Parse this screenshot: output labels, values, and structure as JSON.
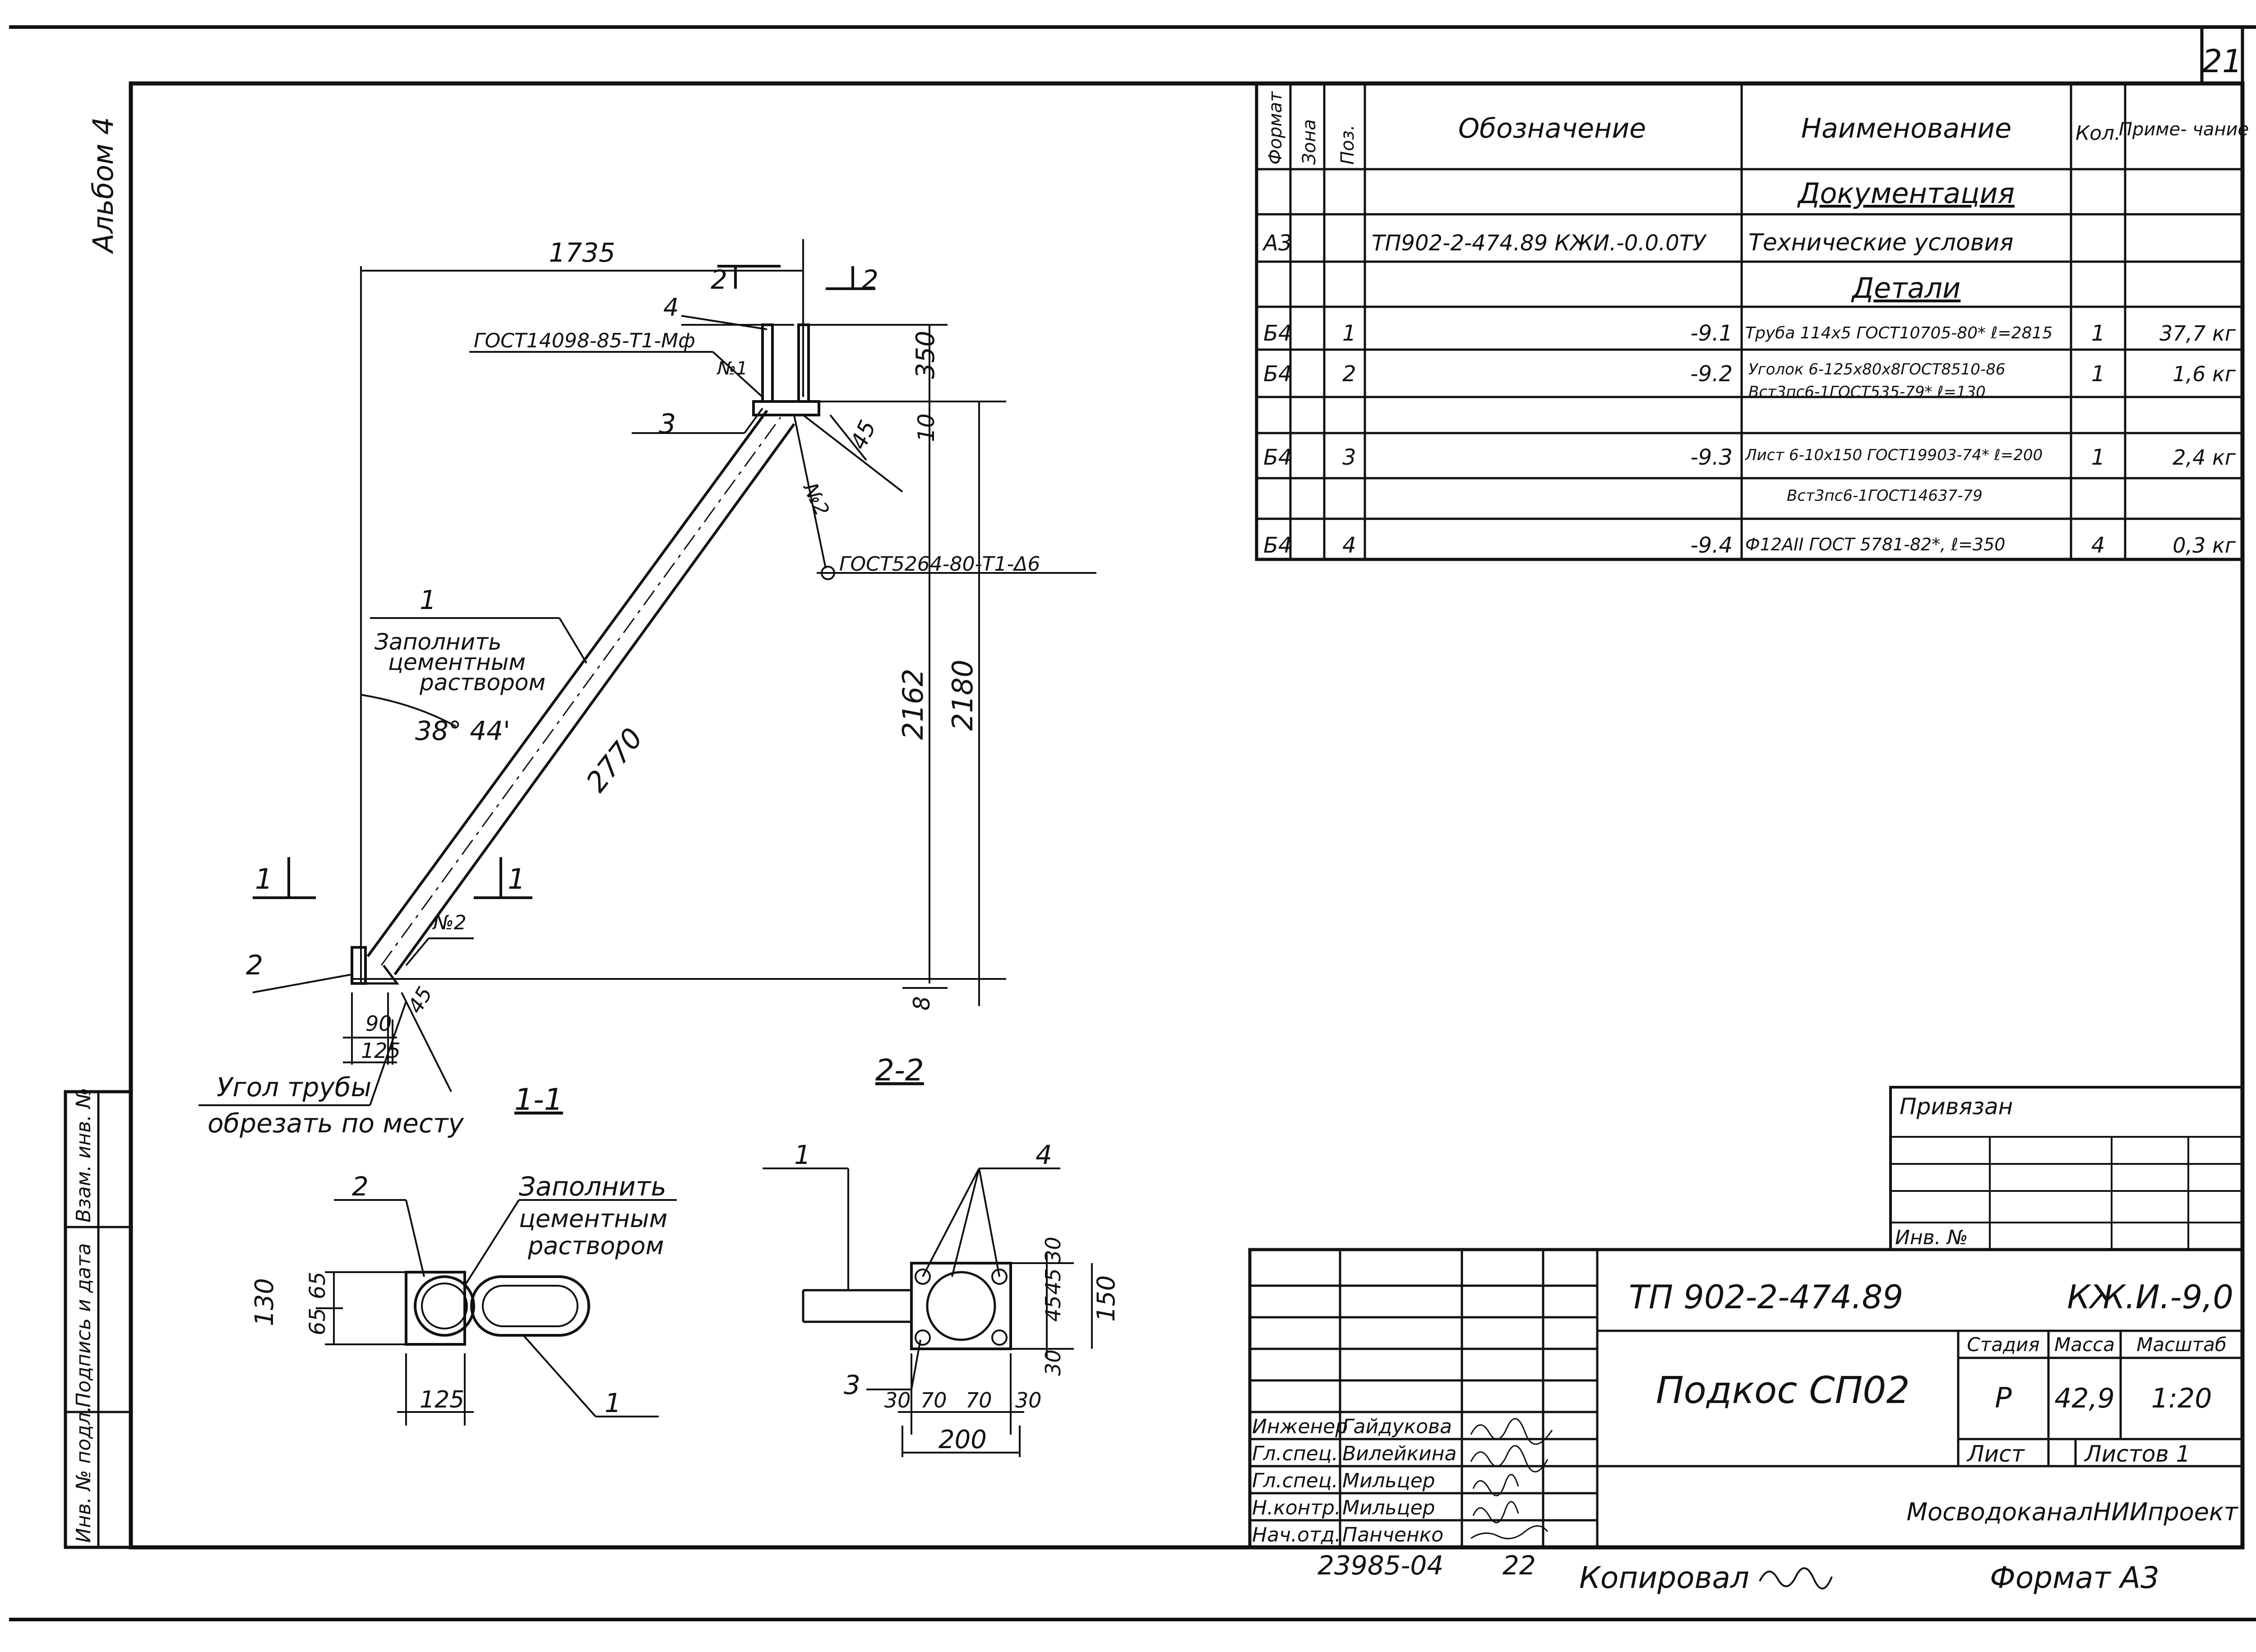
{
  "sheet": {
    "number": "21",
    "album": "Альбом 4",
    "format_label": "Формат А3"
  },
  "spec_table": {
    "headers": {
      "format": "Формат",
      "zone": "Зона",
      "pos": "Поз.",
      "designation": "Обозначение",
      "name": "Наименование",
      "qty": "Кол.",
      "note": "Приме-\nчание"
    },
    "section_docs": "Документация",
    "section_parts": "Детали",
    "rows": [
      {
        "format": "А3",
        "pos": "",
        "designation": "ТП902-2-474.89 КЖИ.-0.0.0ТУ",
        "name": "Технические условия",
        "name2": "",
        "qty": "",
        "note": ""
      },
      {
        "format": "Б4",
        "pos": "1",
        "designation": "-9.1",
        "name": "Труба 114х5 ГОСТ10705-80* ℓ=2815",
        "name2": "",
        "qty": "1",
        "note": "37,7 кг"
      },
      {
        "format": "Б4",
        "pos": "2",
        "designation": "-9.2",
        "name": "Уголок 6-125х80х8ГОСТ8510-86",
        "name2": "Вст3пс6-1ГОСТ535-79* ℓ=130",
        "qty": "1",
        "note": "1,6 кг"
      },
      {
        "format": "Б4",
        "pos": "3",
        "designation": "-9.3",
        "name": "Лист 6-10х150 ГОСТ19903-74* ℓ=200",
        "name2": "Вст3пс6-1ГОСТ14637-79",
        "qty": "1",
        "note": "2,4 кг"
      },
      {
        "format": "Б4",
        "pos": "4",
        "designation": "-9.4",
        "name": "Ф12АII ГОСТ 5781-82*, ℓ=350",
        "name2": "",
        "qty": "4",
        "note": "0,3 кг"
      }
    ]
  },
  "drawing": {
    "dims": {
      "top": "1735",
      "d350": "350",
      "d10": "10",
      "d45a": "45",
      "d2162": "2162",
      "d2180": "2180",
      "d2770": "2770",
      "d8": "8",
      "d90": "90",
      "d125": "125",
      "d45b": "45"
    },
    "angle": "38° 44'",
    "gost_weld_top": "ГОСТ14098-85-Т1-Мф",
    "gost_weld_2": "ГОСТ5264-80-Т1-Δ6",
    "weld_n1": "№1",
    "weld_n2a": "№2",
    "weld_n2b": "№2",
    "fill_note": [
      "Заполнить",
      "цементным",
      "раствором"
    ],
    "cut_note": [
      "Угол трубы",
      "обрезать по месту"
    ],
    "callouts": {
      "p1": "1",
      "p2": "2",
      "p3": "3",
      "p4": "4"
    },
    "section_marks": {
      "s1": "1",
      "s2": "2"
    },
    "section_titles": {
      "s11": "1-1",
      "s22": "2-2"
    }
  },
  "section_1_1": {
    "dims": {
      "d130": "130",
      "d65a": "65",
      "d65b": "65",
      "d125": "125"
    },
    "callouts": {
      "p2": "2",
      "p1": "1"
    },
    "fill_note": [
      "Заполнить",
      "цементным",
      "раствором"
    ]
  },
  "section_2_2": {
    "dims": {
      "d30a": "30",
      "d45a": "45",
      "d45b": "45",
      "d30b": "30",
      "d150": "150",
      "b30a": "30",
      "b70a": "70",
      "b70b": "70",
      "b30b": "30",
      "d200": "200"
    },
    "callouts": {
      "p1": "1",
      "p4": "4",
      "p3": "3"
    }
  },
  "binding_box": {
    "label": "Привязан",
    "inv": "Инв. №"
  },
  "title_block": {
    "code": "ТП 902-2-474.89",
    "mark": "КЖ.И.-9,0",
    "title": "Подкос СП02",
    "stage_h": "Стадия",
    "mass_h": "Масса",
    "scale_h": "Масштаб",
    "stage": "Р",
    "mass": "42,9",
    "scale": "1:20",
    "sheet_h": "Лист",
    "sheets_h": "Листов 1",
    "org": "МосводоканалНИИпроект",
    "staff": [
      {
        "role": "Инженер",
        "name": "Гайдукова"
      },
      {
        "role": "Гл.спец.",
        "name": "Вилейкина"
      },
      {
        "role": "Гл.спец.",
        "name": "Мильцер"
      },
      {
        "role": "Н.контр.",
        "name": "Мильцер"
      },
      {
        "role": "Нач.отд.",
        "name": "Панченко"
      }
    ]
  },
  "margin": {
    "inv_orig": "Инв. № подл.",
    "sign_date": "Подпись и дата",
    "replace_inv": "Взам. инв. №"
  },
  "footer": {
    "number": "23985-04",
    "page": "22",
    "copied": "Копировал"
  }
}
